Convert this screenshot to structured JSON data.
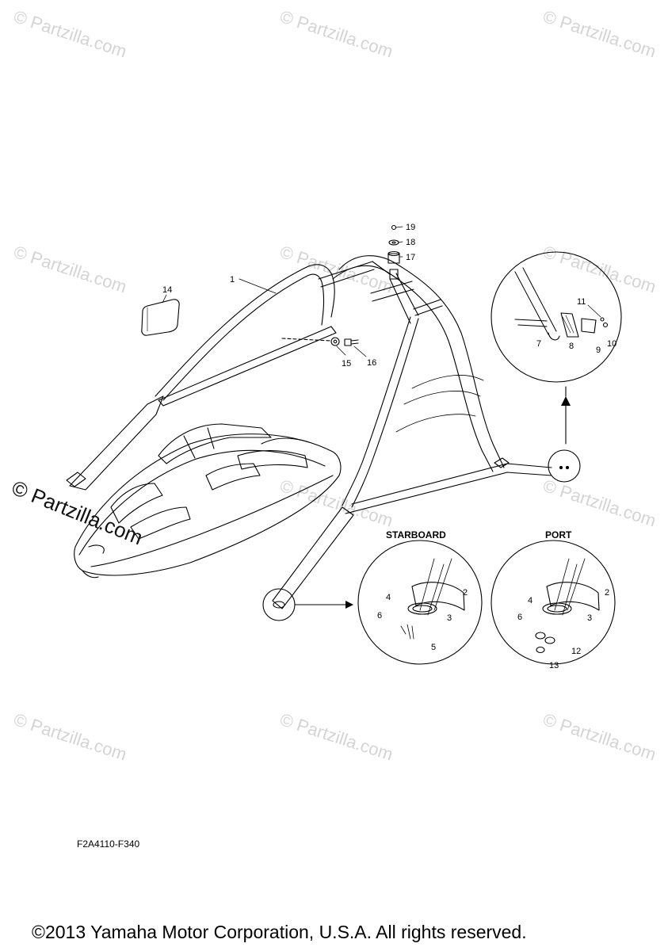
{
  "watermark": "© Partzilla.com",
  "callouts": {
    "c1": "1",
    "c2": "2",
    "c3": "3",
    "c4": "4",
    "c5": "5",
    "c6": "6",
    "c7": "7",
    "c8": "8",
    "c9": "9",
    "c10": "10",
    "c11": "11",
    "c12": "12",
    "c13": "13",
    "c14": "14",
    "c15": "15",
    "c16": "16",
    "c17": "17",
    "c18": "18",
    "c19": "19"
  },
  "detail_labels": {
    "starboard": "STARBOARD",
    "port": "PORT"
  },
  "diagram_code": "F2A4110-F340",
  "copyright": "©2013 Yamaha Motor Corporation, U.S.A. All rights reserved."
}
